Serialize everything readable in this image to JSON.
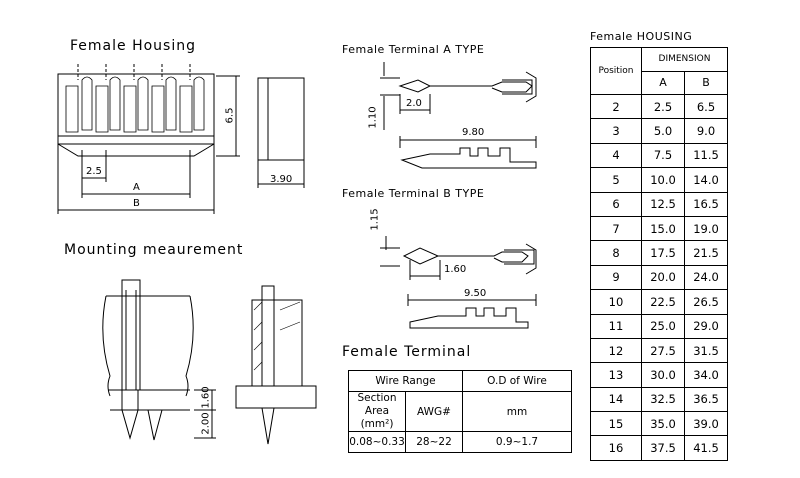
{
  "titles": {
    "female_housing": "Female Housing",
    "mounting": "Mounting meaurement",
    "terminal_a": "Female Terminal A TYPE",
    "terminal_b": "Female Terminal B TYPE",
    "female_terminal": "Female Terminal",
    "housing_table": "Female HOUSING"
  },
  "dimensions": {
    "pitch": "2.5",
    "a": "A",
    "b": "B",
    "height": "6.5",
    "width_side": "3.90",
    "term_a_h": "1.10",
    "term_a_w": "2.0",
    "term_a_len": "9.80",
    "term_b_h": "1.15",
    "term_b_w": "1.60",
    "term_b_len": "9.50",
    "mount_1": "1.60",
    "mount_2": "2.00"
  },
  "housing_table": {
    "position_header": "Position",
    "dimension_header": "DIMENSION",
    "col_a": "A",
    "col_b": "B",
    "rows": [
      [
        "2",
        "2.5",
        "6.5"
      ],
      [
        "3",
        "5.0",
        "9.0"
      ],
      [
        "4",
        "7.5",
        "11.5"
      ],
      [
        "5",
        "10.0",
        "14.0"
      ],
      [
        "6",
        "12.5",
        "16.5"
      ],
      [
        "7",
        "15.0",
        "19.0"
      ],
      [
        "8",
        "17.5",
        "21.5"
      ],
      [
        "9",
        "20.0",
        "24.0"
      ],
      [
        "10",
        "22.5",
        "26.5"
      ],
      [
        "11",
        "25.0",
        "29.0"
      ],
      [
        "12",
        "27.5",
        "31.5"
      ],
      [
        "13",
        "30.0",
        "34.0"
      ],
      [
        "14",
        "32.5",
        "36.5"
      ],
      [
        "15",
        "35.0",
        "39.0"
      ],
      [
        "16",
        "37.5",
        "41.5"
      ]
    ]
  },
  "wire_table": {
    "wire_range": "Wire Range",
    "od_wire": "O.D of Wire",
    "section_area": "Section Area",
    "mm2": "(mm²)",
    "awg": "AWG#",
    "mm": "mm",
    "section_value": "0.08~0.33",
    "awg_value": "28~22",
    "od_value": "0.9~1.7"
  }
}
